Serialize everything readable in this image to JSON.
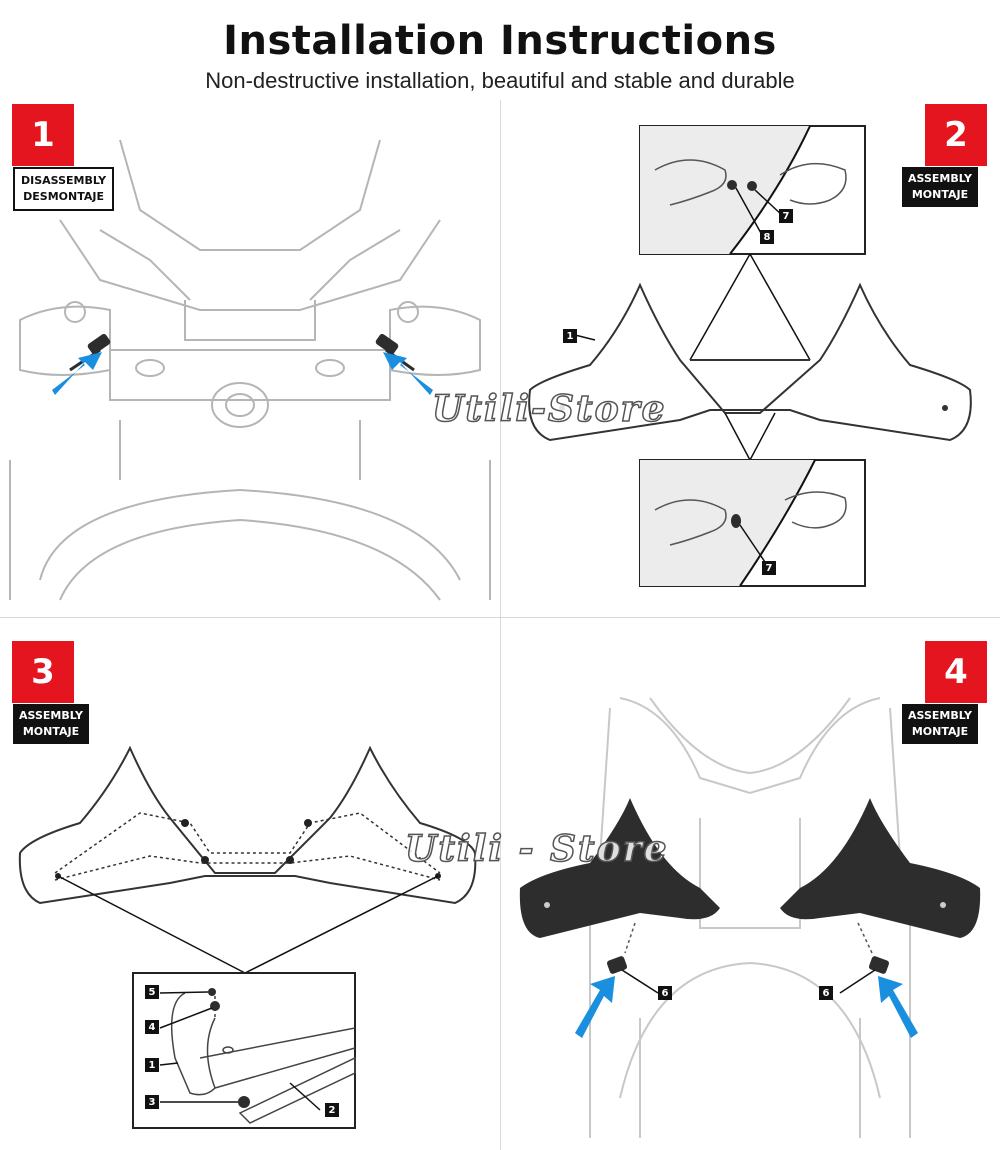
{
  "header": {
    "title": "Installation Instructions",
    "subtitle": "Non-destructive installation, beautiful and stable and durable"
  },
  "steps": [
    {
      "number": "1",
      "label_line1": "DISASSEMBLY",
      "label_line2": "DESMONTAJE"
    },
    {
      "number": "2",
      "label_line1": "ASSEMBLY",
      "label_line2": "MONTAJE"
    },
    {
      "number": "3",
      "label_line1": "ASSEMBLY",
      "label_line2": "MONTAJE"
    },
    {
      "number": "4",
      "label_line1": "ASSEMBLY",
      "label_line2": "MONTAJE"
    }
  ],
  "callouts": {
    "s2_part1": "1",
    "s2_top_7": "7",
    "s2_top_8": "8",
    "s2_bottom_7": "7",
    "s3_5": "5",
    "s3_4": "4",
    "s3_1": "1",
    "s3_3": "3",
    "s3_2": "2",
    "s4_left_6": "6",
    "s4_right_6": "6"
  },
  "watermarks": {
    "upper": "Utili-Store",
    "lower": "Utili - Store"
  },
  "colors": {
    "accent_red": "#e4151f",
    "arrow_blue": "#1a8fe0",
    "line_gray": "#b5b5b5",
    "part_dark": "#2d2d2d"
  }
}
